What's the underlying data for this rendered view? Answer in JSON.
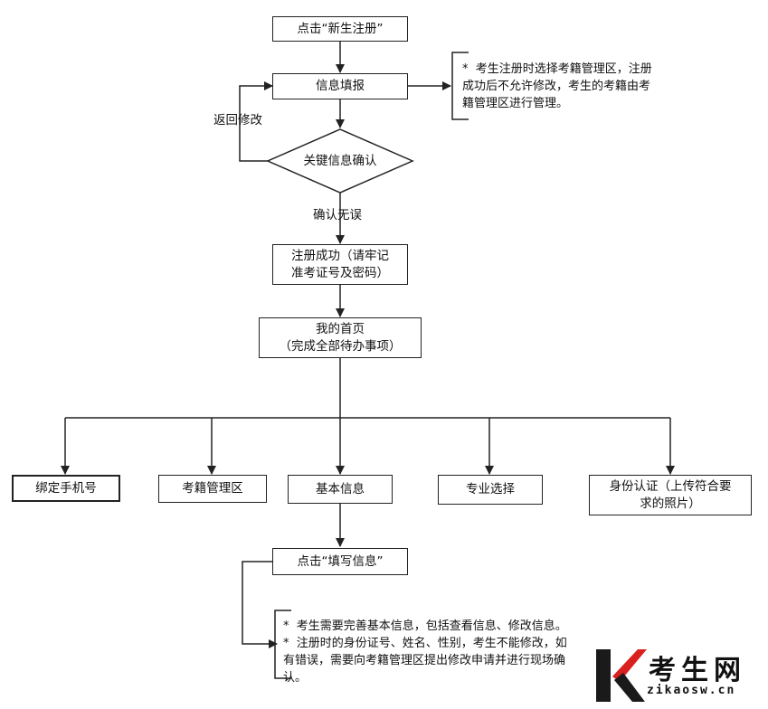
{
  "nodes": {
    "start": "点击“新生注册”",
    "info_fill": "信息填报",
    "key_confirm": "关键信息确认",
    "success": [
      "注册成功（请牢记",
      "准考证号及密码）"
    ],
    "homepage": [
      "我的首页",
      "（完成全部待办事项）"
    ],
    "bind_phone": "绑定手机号",
    "exam_area": "考籍管理区",
    "basic_info": "基本信息",
    "major_select": "专业选择",
    "id_verify": [
      "身份认证（上传符合要",
      "求的照片）"
    ],
    "click_fill": "点击“填写信息”"
  },
  "edges": {
    "back_modify": "返回修改",
    "confirm_ok": "确认无误"
  },
  "notes": {
    "note1": [
      "*  考生注册时选择考籍管理区，注册",
      "成功后不允许修改，考生的考籍由考",
      "籍管理区进行管理。"
    ],
    "note2": [
      "*  考生需要完善基本信息，包括查看信息、修改信息。",
      "*  注册时的身份证号、姓名、性别，考生不能修改，如",
      "有错误，需要向考籍管理区提出修改申请并进行现场确",
      "认。"
    ]
  },
  "watermark": {
    "title": "考生网",
    "url": "zikaosw.cn",
    "colors": {
      "logo_red": "#d9201f",
      "logo_dark": "#1a1a1a"
    }
  }
}
